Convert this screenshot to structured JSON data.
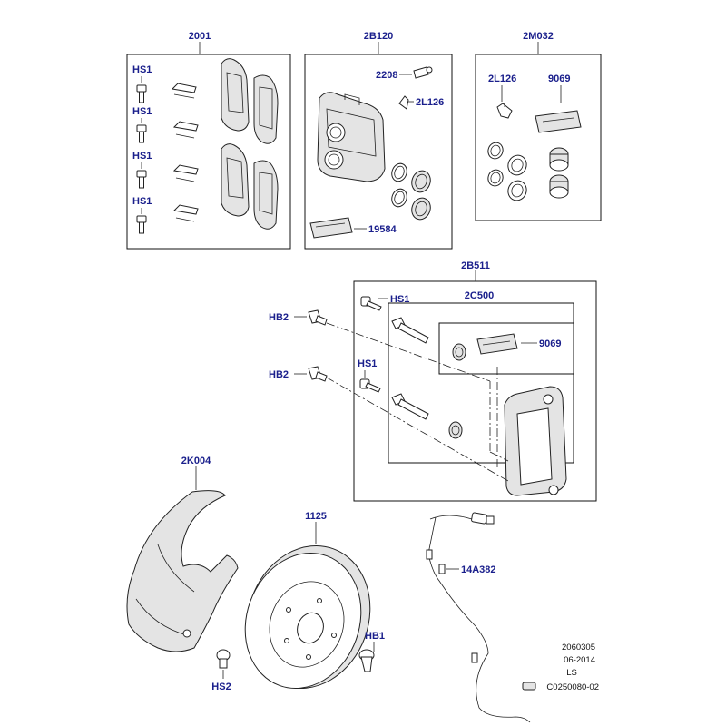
{
  "labels": {
    "group_2001": "2001",
    "hs1_a": "HS1",
    "hs1_b": "HS1",
    "hs1_c": "HS1",
    "hs1_d": "HS1",
    "group_2b120": "2B120",
    "part_2208": "2208",
    "part_2l126_a": "2L126",
    "part_19584": "19584",
    "group_2m032": "2M032",
    "part_2l126_b": "2L126",
    "part_9069_a": "9069",
    "group_2b511": "2B511",
    "hs1_e": "HS1",
    "group_2c500": "2C500",
    "part_9069_b": "9069",
    "hb2_a": "HB2",
    "hb2_b": "HB2",
    "hs1_f": "HS1",
    "part_2k004": "2K004",
    "part_1125": "1125",
    "part_14a382": "14A382",
    "part_hb1": "HB1",
    "part_hs2": "HS2"
  },
  "footer": {
    "line1": "2060305",
    "line2": "06-2014",
    "line3": "LS",
    "line4": "C0250080-02"
  },
  "colors": {
    "label_text": "#1a1f8c",
    "outline": "#222222",
    "panel_fill": "#e4e4e4"
  }
}
